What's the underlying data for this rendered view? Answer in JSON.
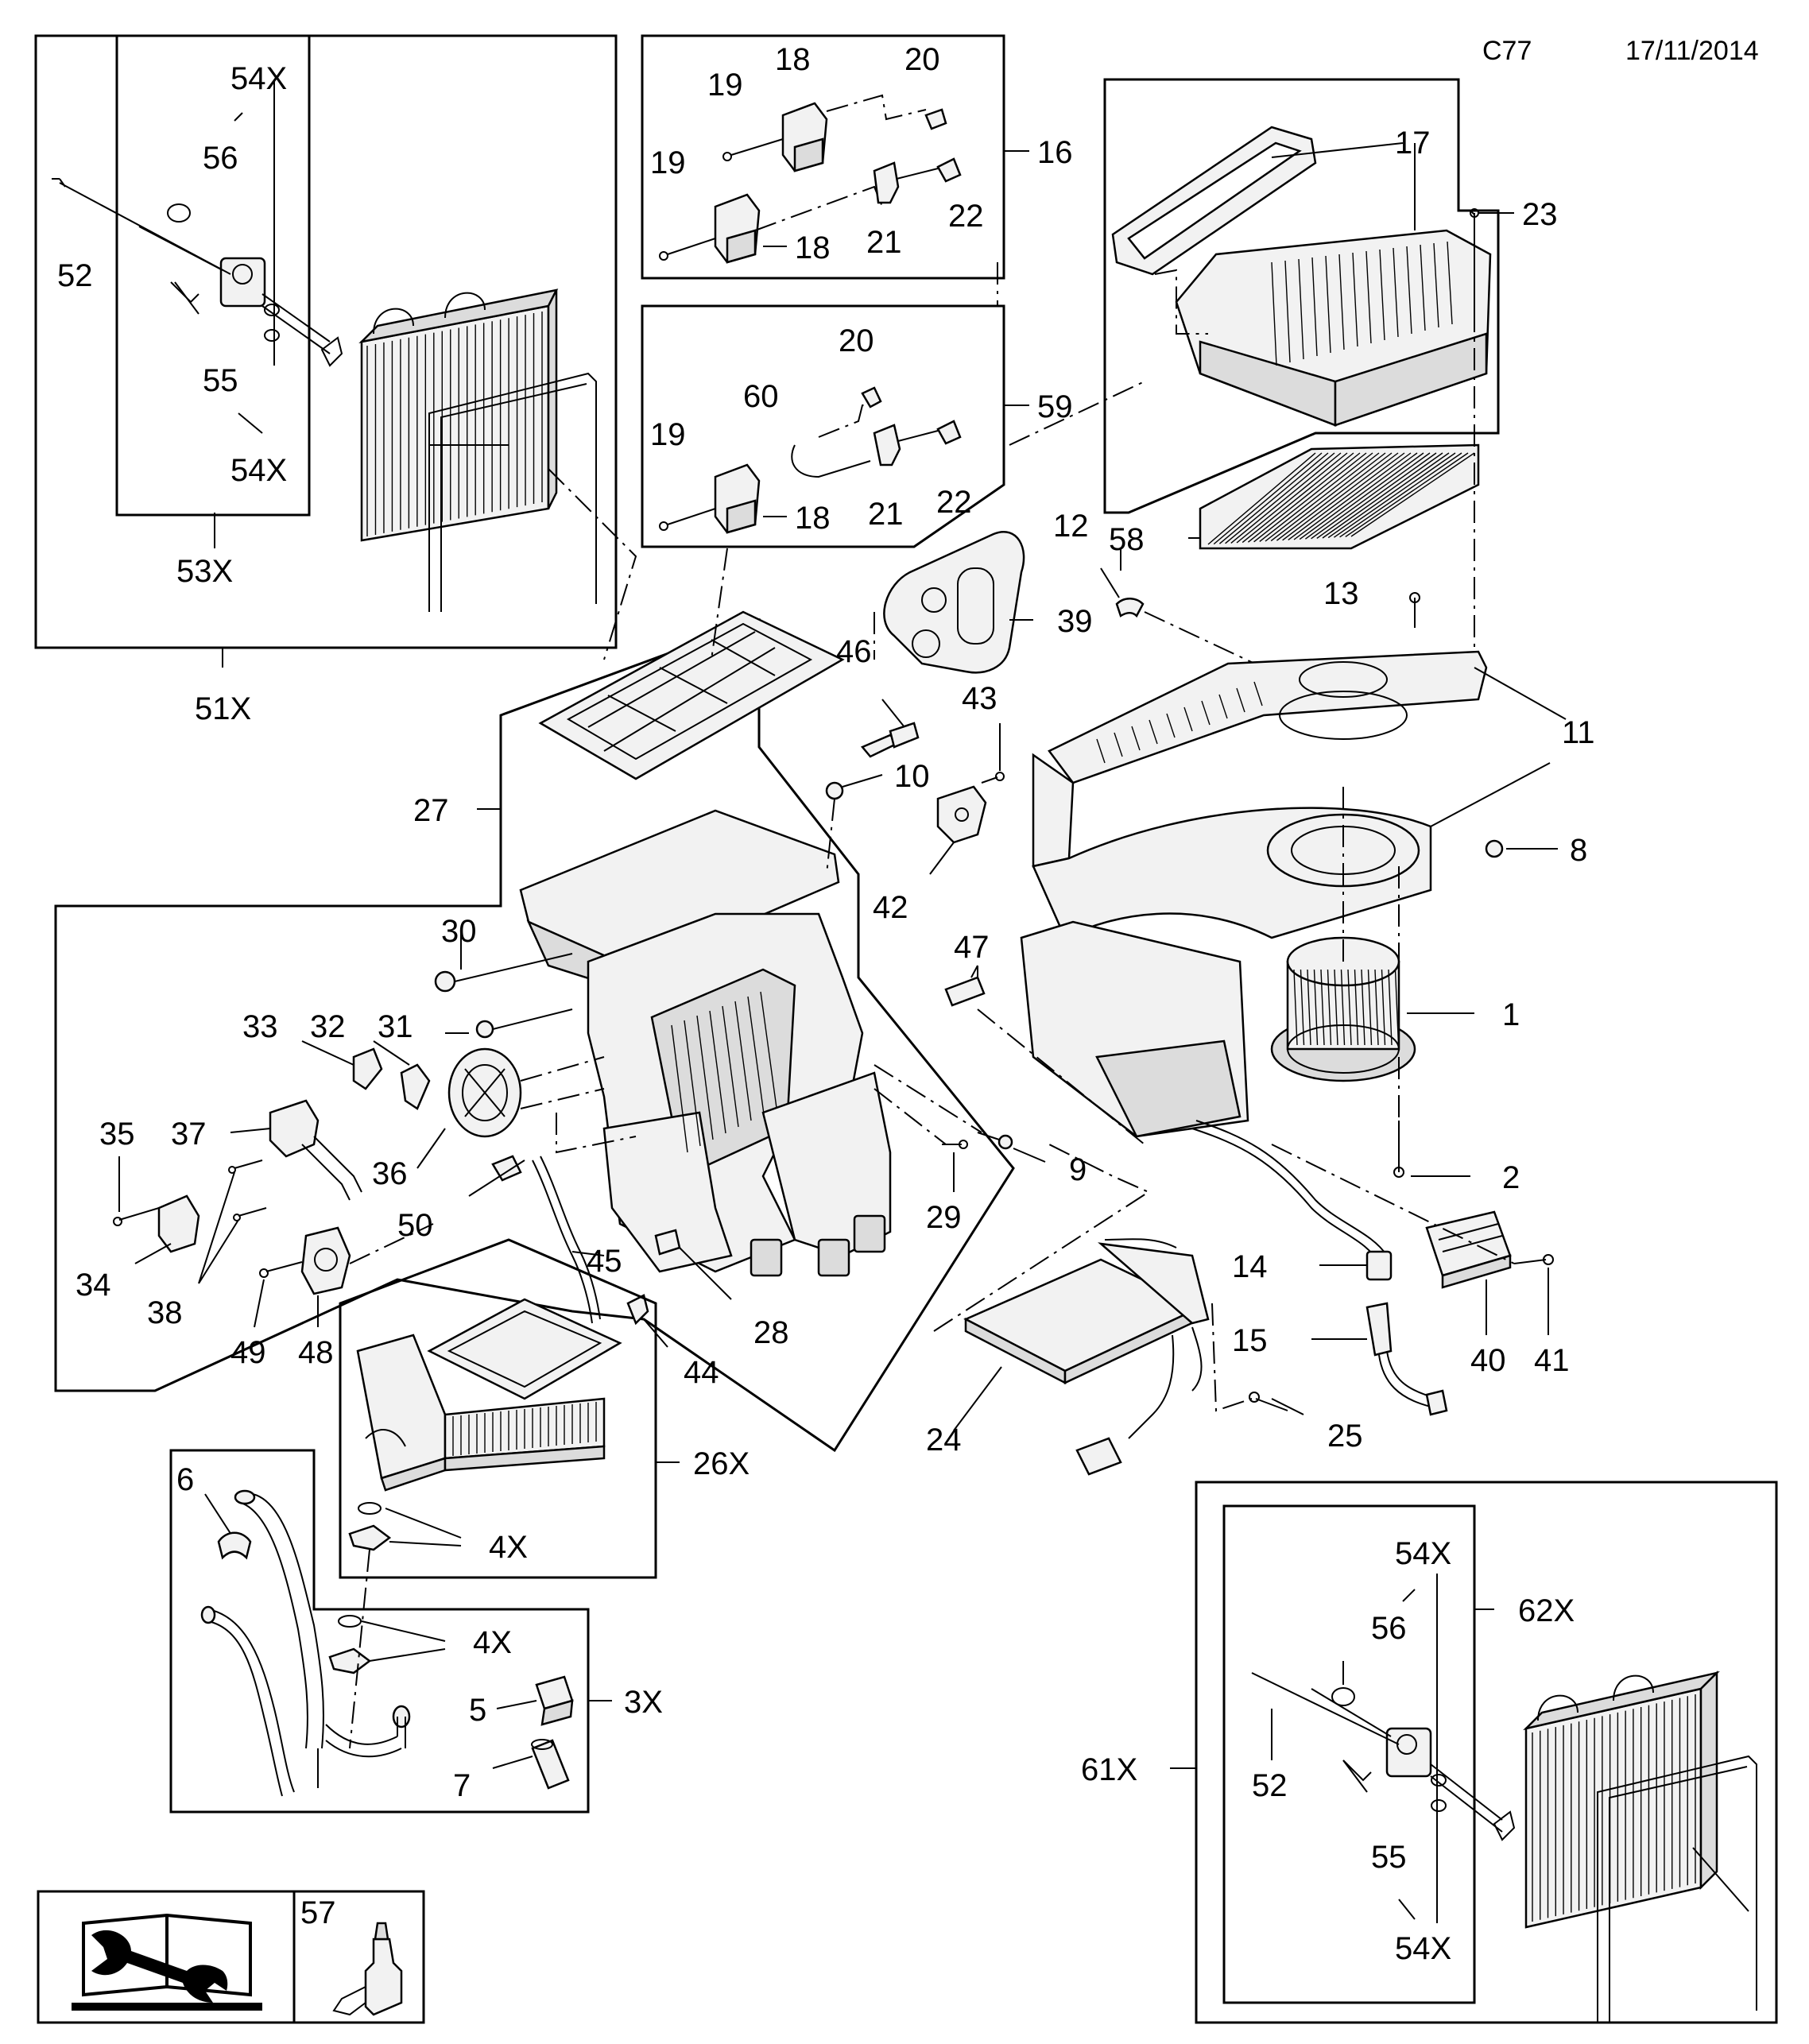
{
  "header": {
    "code": "C77",
    "date": "17/11/2014"
  },
  "labels": {
    "p1": "1",
    "p2": "2",
    "p3x": "3X",
    "p4x_a": "4X",
    "p4x_b": "4X",
    "p5": "5",
    "p6": "6",
    "p7": "7",
    "p8": "8",
    "p9": "9",
    "p10": "10",
    "p11": "11",
    "p12": "12",
    "p13": "13",
    "p14": "14",
    "p15": "15",
    "p16": "16",
    "p17": "17",
    "p18_a": "18",
    "p18_b": "18",
    "p18_c": "18",
    "p19_a": "19",
    "p19_b": "19",
    "p19_c": "19",
    "p20_a": "20",
    "p20_b": "20",
    "p21_a": "21",
    "p21_b": "21",
    "p22_a": "22",
    "p22_b": "22",
    "p23": "23",
    "p24": "24",
    "p25": "25",
    "p26x": "26X",
    "p27": "27",
    "p28": "28",
    "p29": "29",
    "p30": "30",
    "p31": "31",
    "p32": "32",
    "p33": "33",
    "p34": "34",
    "p35": "35",
    "p36": "36",
    "p37": "37",
    "p38": "38",
    "p39": "39",
    "p40": "40",
    "p41": "41",
    "p42": "42",
    "p43": "43",
    "p44": "44",
    "p45": "45",
    "p46": "46",
    "p47": "47",
    "p48": "48",
    "p49": "49",
    "p50": "50",
    "p51x": "51X",
    "p52_a": "52",
    "p52_b": "52",
    "p53x": "53X",
    "p54x_a": "54X",
    "p54x_b": "54X",
    "p54x_c": "54X",
    "p54x_d": "54X",
    "p55_a": "55",
    "p55_b": "55",
    "p56_a": "56",
    "p56_b": "56",
    "p57": "57",
    "p58": "58",
    "p59": "59",
    "p60": "60",
    "p61x": "61X",
    "p62x": "62X"
  }
}
